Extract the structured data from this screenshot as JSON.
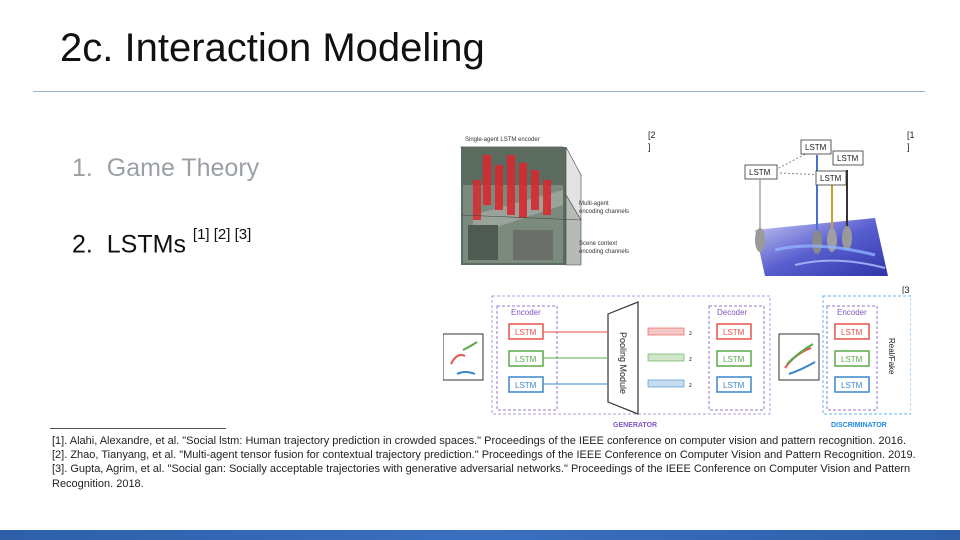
{
  "slide": {
    "title": "2c. Interaction Modeling",
    "list": [
      {
        "number": "1.",
        "text": "Game Theory"
      },
      {
        "number": "2.",
        "text": "LSTMs",
        "citations": "[1] [2] [3]"
      }
    ]
  },
  "figures": {
    "fig2_marker": [
      "[2",
      "]"
    ],
    "fig1_marker": [
      "[1",
      "]"
    ],
    "fig3_marker": [
      "[3",
      "]"
    ],
    "fig2": {
      "label_top": "Single-agent LSTM encoder",
      "label_mid": [
        "Multi-agent",
        "encoding channels"
      ],
      "label_bot": [
        "Scene context",
        "encoding channels"
      ]
    },
    "fig1": {
      "lstm_labels": [
        "LSTM",
        "LSTM",
        "LSTM",
        "LSTM"
      ]
    },
    "fig3": {
      "encoder_label": "Encoder",
      "decoder_label": "Decoder",
      "disc_encoder_label": "Encoder",
      "pooling_label": "Pooling Module",
      "realfake_label": "Real/Fake",
      "generator_label": "GENERATOR",
      "discriminator_label": "DISCRIMINATOR",
      "lstm": "LSTM",
      "z": "z",
      "colors": [
        "#e8524a",
        "#5aa84a",
        "#3a86c8"
      ]
    }
  },
  "references": [
    "[1]. Alahi, Alexandre, et al. \"Social lstm: Human trajectory prediction in crowded spaces.\" Proceedings of the IEEE conference on computer vision and pattern recognition. 2016.",
    "[2]. Zhao, Tianyang, et al. \"Multi-agent tensor fusion for contextual trajectory prediction.\" Proceedings of the IEEE Conference on Computer Vision and Pattern Recognition. 2019.",
    "[3]. Gupta, Agrim, et al. \"Social gan: Socially acceptable trajectories with generative adversarial networks.\" Proceedings of the IEEE Conference on Computer Vision and Pattern Recognition. 2018."
  ]
}
